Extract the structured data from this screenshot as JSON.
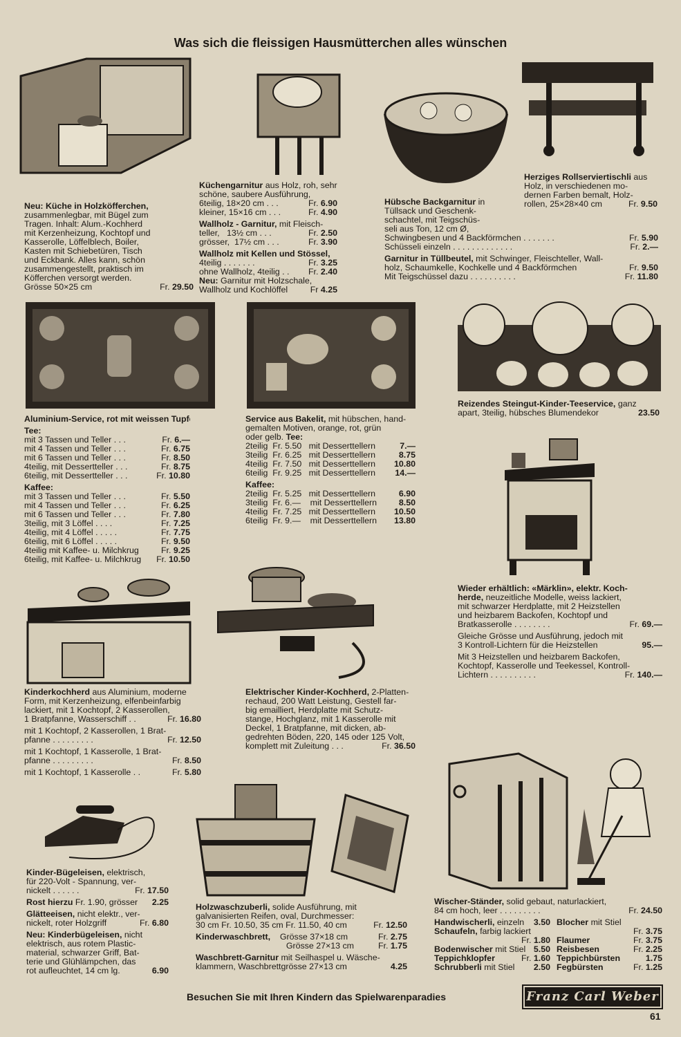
{
  "page": {
    "title": "Was sich die fleissigen Hausmütterchen alles wünschen",
    "footer": "Besuchen Sie mit Ihren Kindern das Spielwarenparadies",
    "logo": "Franz Carl Weber",
    "page_number": "61"
  },
  "blocks": {
    "b1": [
      {
        "b": "Neu: Küche in Holzköfferchen,",
        "t": ""
      },
      {
        "t": "zusammenlegbar, mit Bügel zum"
      },
      {
        "t": "Tragen. Inhalt: Alum.-Kochherd"
      },
      {
        "t": "mit Kerzenheizung, Kochtopf und"
      },
      {
        "t": "Kasserolle, Löffelblech, Boiler,"
      },
      {
        "t": "Kasten mit Schiebetüren, Tisch"
      },
      {
        "t": "und Eckbank. Alles kann, schön"
      },
      {
        "t": "zusammengestellt, praktisch im"
      },
      {
        "t": "Köfferchen versorgt werden."
      },
      {
        "t": "Grösse 50×25 cm",
        "p": "Fr. 29.50"
      }
    ],
    "b2": [
      {
        "b": "Küchengarnitur",
        "t": " aus Holz, roh, sehr"
      },
      {
        "t": "schöne, saubere Ausführung,"
      },
      {
        "t": "6teilig, 18×20 cm . . .",
        "p": "Fr. 6.90"
      },
      {
        "t": "kleiner, 15×16 cm . . .",
        "p": "Fr. 4.90"
      },
      {
        "gap": true
      },
      {
        "b": "Wallholz - Garnitur,",
        "t": " mit Fleisch-"
      },
      {
        "t": "teller,   13½ cm . . .",
        "p": "Fr. 2.50"
      },
      {
        "t": "grösser,  17½ cm . . .",
        "p": "Fr. 3.90"
      },
      {
        "gap": true
      },
      {
        "b": "Wallholz mit Kellen und Stössel,",
        "t": ""
      },
      {
        "t": "4teilig . . . . . . .",
        "p": "Fr. 3.25"
      },
      {
        "t": "ohne Wallholz, 4teilig . .",
        "p": "Fr. 2.40"
      },
      {
        "b": "Neu:",
        "t": " Garnitur mit Holzschale,"
      },
      {
        "t": "Wallholz und Kochlöffel",
        "p": "Fr 4.25"
      }
    ],
    "b3": [
      {
        "b": "Hübsche Backgarnitur",
        "t": " in"
      },
      {
        "t": "Tüllsack und Geschenk-"
      },
      {
        "t": "schachtel, mit Teigschüs-"
      },
      {
        "t": "seli aus Ton, 12 cm Ø,"
      },
      {
        "t": "Schwingbesen und 4 Backförmchen . . . . . . .",
        "p": "Fr. 5.90"
      },
      {
        "t": "Schüsseli einzeln . . . . . . . . . . . . .",
        "p": "Fr. 2.—"
      },
      {
        "gap": true
      },
      {
        "b": "Garnitur in Tüllbeutel,",
        "t": " mit Schwinger, Fleischteller, Wall-"
      },
      {
        "t": "holz, Schaumkelle, Kochkelle und 4 Backförmchen",
        "p": "Fr. 9.50"
      },
      {
        "t": "Mit Teigschüssel dazu . . . . . . . . . .",
        "p": "Fr. 11.80"
      }
    ],
    "b4": [
      {
        "b": "Herziges Rollserviertischli",
        "t": " aus"
      },
      {
        "t": "Holz, in verschiedenen mo-"
      },
      {
        "t": "dernen Farben bemalt, Holz-"
      },
      {
        "t": "rollen, 25×28×40 cm",
        "p": "Fr. 9.50"
      }
    ],
    "b5": [
      {
        "b": "Aluminium-Service, rot mit weissen Tupfen.",
        "t": ""
      },
      {
        "gap": true
      },
      {
        "b": "Tee:",
        "t": ""
      },
      {
        "t": "mit 3 Tassen und Teller . . .",
        "p": "Fr. 6.—"
      },
      {
        "t": "mit 4 Tassen und Teller . . .",
        "p": "Fr. 6.75"
      },
      {
        "t": "mit 6 Tassen und Teller . . .",
        "p": "Fr. 8.50"
      },
      {
        "t": "4teilig, mit Dessertteller . . .",
        "p": "Fr. 8.75"
      },
      {
        "t": "6teilig, mit Dessertteller . . .",
        "p": "Fr. 10.80"
      },
      {
        "gap": true
      },
      {
        "b": "Kaffee:",
        "t": ""
      },
      {
        "t": "mit 3 Tassen und Teller . . .",
        "p": "Fr. 5.50"
      },
      {
        "t": "mit 4 Tassen und Teller . . .",
        "p": "Fr. 6.25"
      },
      {
        "t": "mit 6 Tassen und Teller . . .",
        "p": "Fr. 7.80"
      },
      {
        "t": "3teilig, mit 3 Löffel . . . .",
        "p": "Fr. 7.25"
      },
      {
        "t": "4teilig, mit 4 Löffel . . . . .",
        "p": "Fr. 7.75"
      },
      {
        "t": "6teilig, mit 6 Löffel . . . . .",
        "p": "Fr. 9.50"
      },
      {
        "t": "4teilig mit Kaffee- u. Milchkrug",
        "p": "Fr. 9.25"
      },
      {
        "t": "6teilig, mit Kaffee- u. Milchkrug",
        "p": "Fr. 10.50"
      }
    ],
    "b6": [
      {
        "b": "Service aus Bakelit,",
        "t": " mit hübschen, hand-"
      },
      {
        "t": "gemalten Motiven, orange, rot, grün"
      },
      {
        "t": "oder gelb. ",
        "b2": "Tee:"
      },
      {
        "t": "2teilig  Fr. 5.50   mit Desserttellern",
        "p": "7.—"
      },
      {
        "t": "3teilig  Fr. 6.25   mit Desserttellern",
        "p": "8.75"
      },
      {
        "t": "4teilig  Fr. 7.50   mit Desserttellern",
        "p": "10.80"
      },
      {
        "t": "6teilig  Fr. 9.25   mit Desserttellern",
        "p": "14.—"
      },
      {
        "gap": true
      },
      {
        "b": "Kaffee:",
        "t": ""
      },
      {
        "t": "2teilig  Fr. 5.25   mit Desserttellern",
        "p": "6.90"
      },
      {
        "t": "3teilig  Fr. 6.—    mit Desserttellern",
        "p": "8.50"
      },
      {
        "t": "4teilig  Fr. 7.25   mit Desserttellern",
        "p": "10.50"
      },
      {
        "t": "6teilig  Fr. 9.—    mit Desserttellern",
        "p": "13.80"
      }
    ],
    "b7": [
      {
        "b": "Reizendes Steingut-Kinder-Teeservice,",
        "t": " ganz"
      },
      {
        "t": "apart, 3teilig, hübsches Blumendekor",
        "p": "23.50"
      }
    ],
    "b8": [
      {
        "b": "Wieder erhältlich: «Märklin», elektr. Koch-",
        "t": ""
      },
      {
        "b": "herde,",
        "t": " neuzeitliche Modelle, weiss lackiert,"
      },
      {
        "t": "mit schwarzer Herdplatte, mit 2 Heizstellen"
      },
      {
        "t": "und heizbarem Backofen, Kochtopf und"
      },
      {
        "t": "Bratkasserolle . . . . . . . .",
        "p": "Fr. 69.—"
      },
      {
        "gap": true
      },
      {
        "t": "Gleiche Grösse und Ausführung, jedoch mit"
      },
      {
        "t": "3 Kontroll-Lichtern für die Heizstellen",
        "p": "95.—"
      },
      {
        "gap": true
      },
      {
        "t": "Mit 3 Heizstellen und heizbarem Backofen,"
      },
      {
        "t": "Kochtopf, Kasserolle und Teekessel, Kontroll-"
      },
      {
        "t": "Lichtern . . . . . . . . . .",
        "p": "Fr. 140.—"
      }
    ],
    "b9": [
      {
        "b": "Kinderkochherd",
        "t": " aus Aluminium, moderne"
      },
      {
        "t": "Form, mit Kerzenheizung, elfenbeinfarbig"
      },
      {
        "t": "lackiert, mit 1 Kochtopf, 2 Kasserollen,"
      },
      {
        "t": "1 Bratpfanne, Wasserschiff . .",
        "p": "Fr. 16.80"
      },
      {
        "gap": true
      },
      {
        "t": "mit 1 Kochtopf, 2 Kasserollen, 1 Brat-"
      },
      {
        "t": "pfanne . . . . . . . . .",
        "p": "Fr. 12.50"
      },
      {
        "gap": true
      },
      {
        "t": "mit 1 Kochtopf, 1 Kasserolle, 1 Brat-"
      },
      {
        "t": "pfanne . . . . . . . . .",
        "p": "Fr. 8.50"
      },
      {
        "gap": true
      },
      {
        "t": "mit 1 Kochtopf, 1 Kasserolle . .",
        "p": "Fr. 5.80"
      }
    ],
    "b10": [
      {
        "b": "Elektrischer Kinder-Kochherd,",
        "t": " 2-Platten-"
      },
      {
        "t": "rechaud, 200 Watt Leistung, Gestell far-"
      },
      {
        "t": "big emailliert, Herdplatte mit Schutz-"
      },
      {
        "t": "stange, Hochglanz, mit 1 Kasserolle mit"
      },
      {
        "t": "Deckel, 1 Bratpfanne, mit dicken, ab-"
      },
      {
        "t": "gedrehten Böden, 220, 145 oder 125 Volt,"
      },
      {
        "t": "komplett mit Zuleitung . . .",
        "p": "Fr. 36.50"
      }
    ],
    "b11": [
      {
        "b": "Kinder-Bügeleisen,",
        "t": " elektrisch,"
      },
      {
        "t": "für 220-Volt - Spannung, ver-"
      },
      {
        "t": "nickelt . . . . . .",
        "p": "Fr. 17.50"
      },
      {
        "gap": true
      },
      {
        "b": "Rost hierzu",
        "t": " Fr. 1.90, grösser",
        "p": "2.25"
      },
      {
        "gap": true
      },
      {
        "b": "Glätteeisen,",
        "t": " nicht elektr., ver-"
      },
      {
        "t": "nickelt, roter Holzgriff",
        "p": "Fr. 6.80"
      },
      {
        "gap": true
      },
      {
        "b": "Neu: Kinderbügeleisen,",
        "t": " nicht"
      },
      {
        "t": "elektrisch, aus rotem Plastic-"
      },
      {
        "t": "material, schwarzer Griff, Bat-"
      },
      {
        "t": "terie und Glühlämpchen, das"
      },
      {
        "t": "rot aufleuchtet, 14 cm lg.",
        "p": "6.90"
      }
    ],
    "b12": [
      {
        "b": "Holzwaschzuberli,",
        "t": " solide Ausführung, mit"
      },
      {
        "t": "galvanisierten Reifen, oval, Durchmesser:"
      },
      {
        "t": "30 cm Fr. 10.50, 35 cm Fr. 11.50, 40 cm",
        "p": "Fr. 12.50"
      },
      {
        "gap": true
      },
      {
        "b": "Kinderwaschbrett,",
        "t": "    Grösse 37×18 cm",
        "p": "Fr. 2.75"
      },
      {
        "t": "                                      Grösse 27×13 cm",
        "p": "Fr. 1.75"
      },
      {
        "gap": true
      },
      {
        "b": "Waschbrett-Garnitur",
        "t": " mit Seilhaspel u. Wäsche-"
      },
      {
        "t": "klammern, Waschbrettgrösse 27×13 cm",
        "p": "4.25"
      }
    ],
    "b13": [
      {
        "b": "Wischer-Ständer,",
        "t": " solid gebaut, naturlackiert,"
      },
      {
        "t": "84 cm hoch, leer . . . . . . . . .",
        "p": "Fr. 24.50"
      }
    ],
    "b13b": [
      {
        "b": "Handwischerli,",
        "t": " einzeln",
        "p": "3.50"
      },
      {
        "b": "Schaufeln,",
        "t": " farbig lackiert"
      },
      {
        "t": "",
        "p": "Fr. 1.80"
      },
      {
        "b": "Bodenwischer",
        "t": " mit Stiel",
        "p": "5.50"
      },
      {
        "b": "Teppichklopfer",
        "t": "",
        "p": "Fr. 1.60"
      },
      {
        "b": "Schrubberli",
        "t": " mit Stiel",
        "p": "2.50"
      }
    ],
    "b13c": [
      {
        "b": "Blocher",
        "t": " mit Stiel"
      },
      {
        "t": "",
        "p": "Fr. 3.75"
      },
      {
        "b": "Flaumer",
        "t": "",
        "p": "Fr. 3.75"
      },
      {
        "b": "Reisbesen",
        "t": "",
        "p": "Fr. 2.25"
      },
      {
        "b": "Teppichbürsten",
        "t": "",
        "p": "1.75"
      },
      {
        "b": "Fegbürsten",
        "t": "",
        "p": "Fr. 1.25"
      }
    ]
  },
  "colors": {
    "paper": "#ddd5c2",
    "ink": "#1e1a16"
  }
}
